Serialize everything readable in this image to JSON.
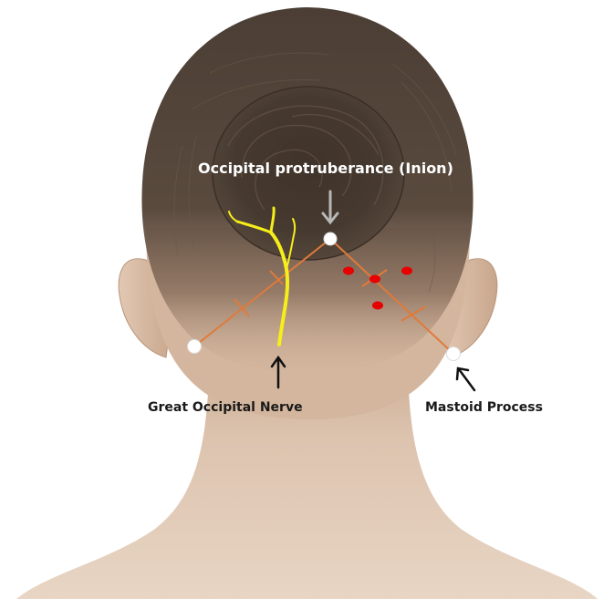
{
  "labels": {
    "inion": "Occipital protruberance (Inion)",
    "great_occipital_nerve": "Great Occipital Nerve",
    "mastoid": "Mastoid Process"
  },
  "colors": {
    "skin": "#d9bfa8",
    "hair": "#4a3d33",
    "nerve": "#f5ee1a",
    "guide_line": "#e07a3a",
    "injection_point": "#e80000",
    "landmark": "#ffffff",
    "arrow_inion": "#b8b8b8",
    "arrow_dark": "#111111"
  }
}
